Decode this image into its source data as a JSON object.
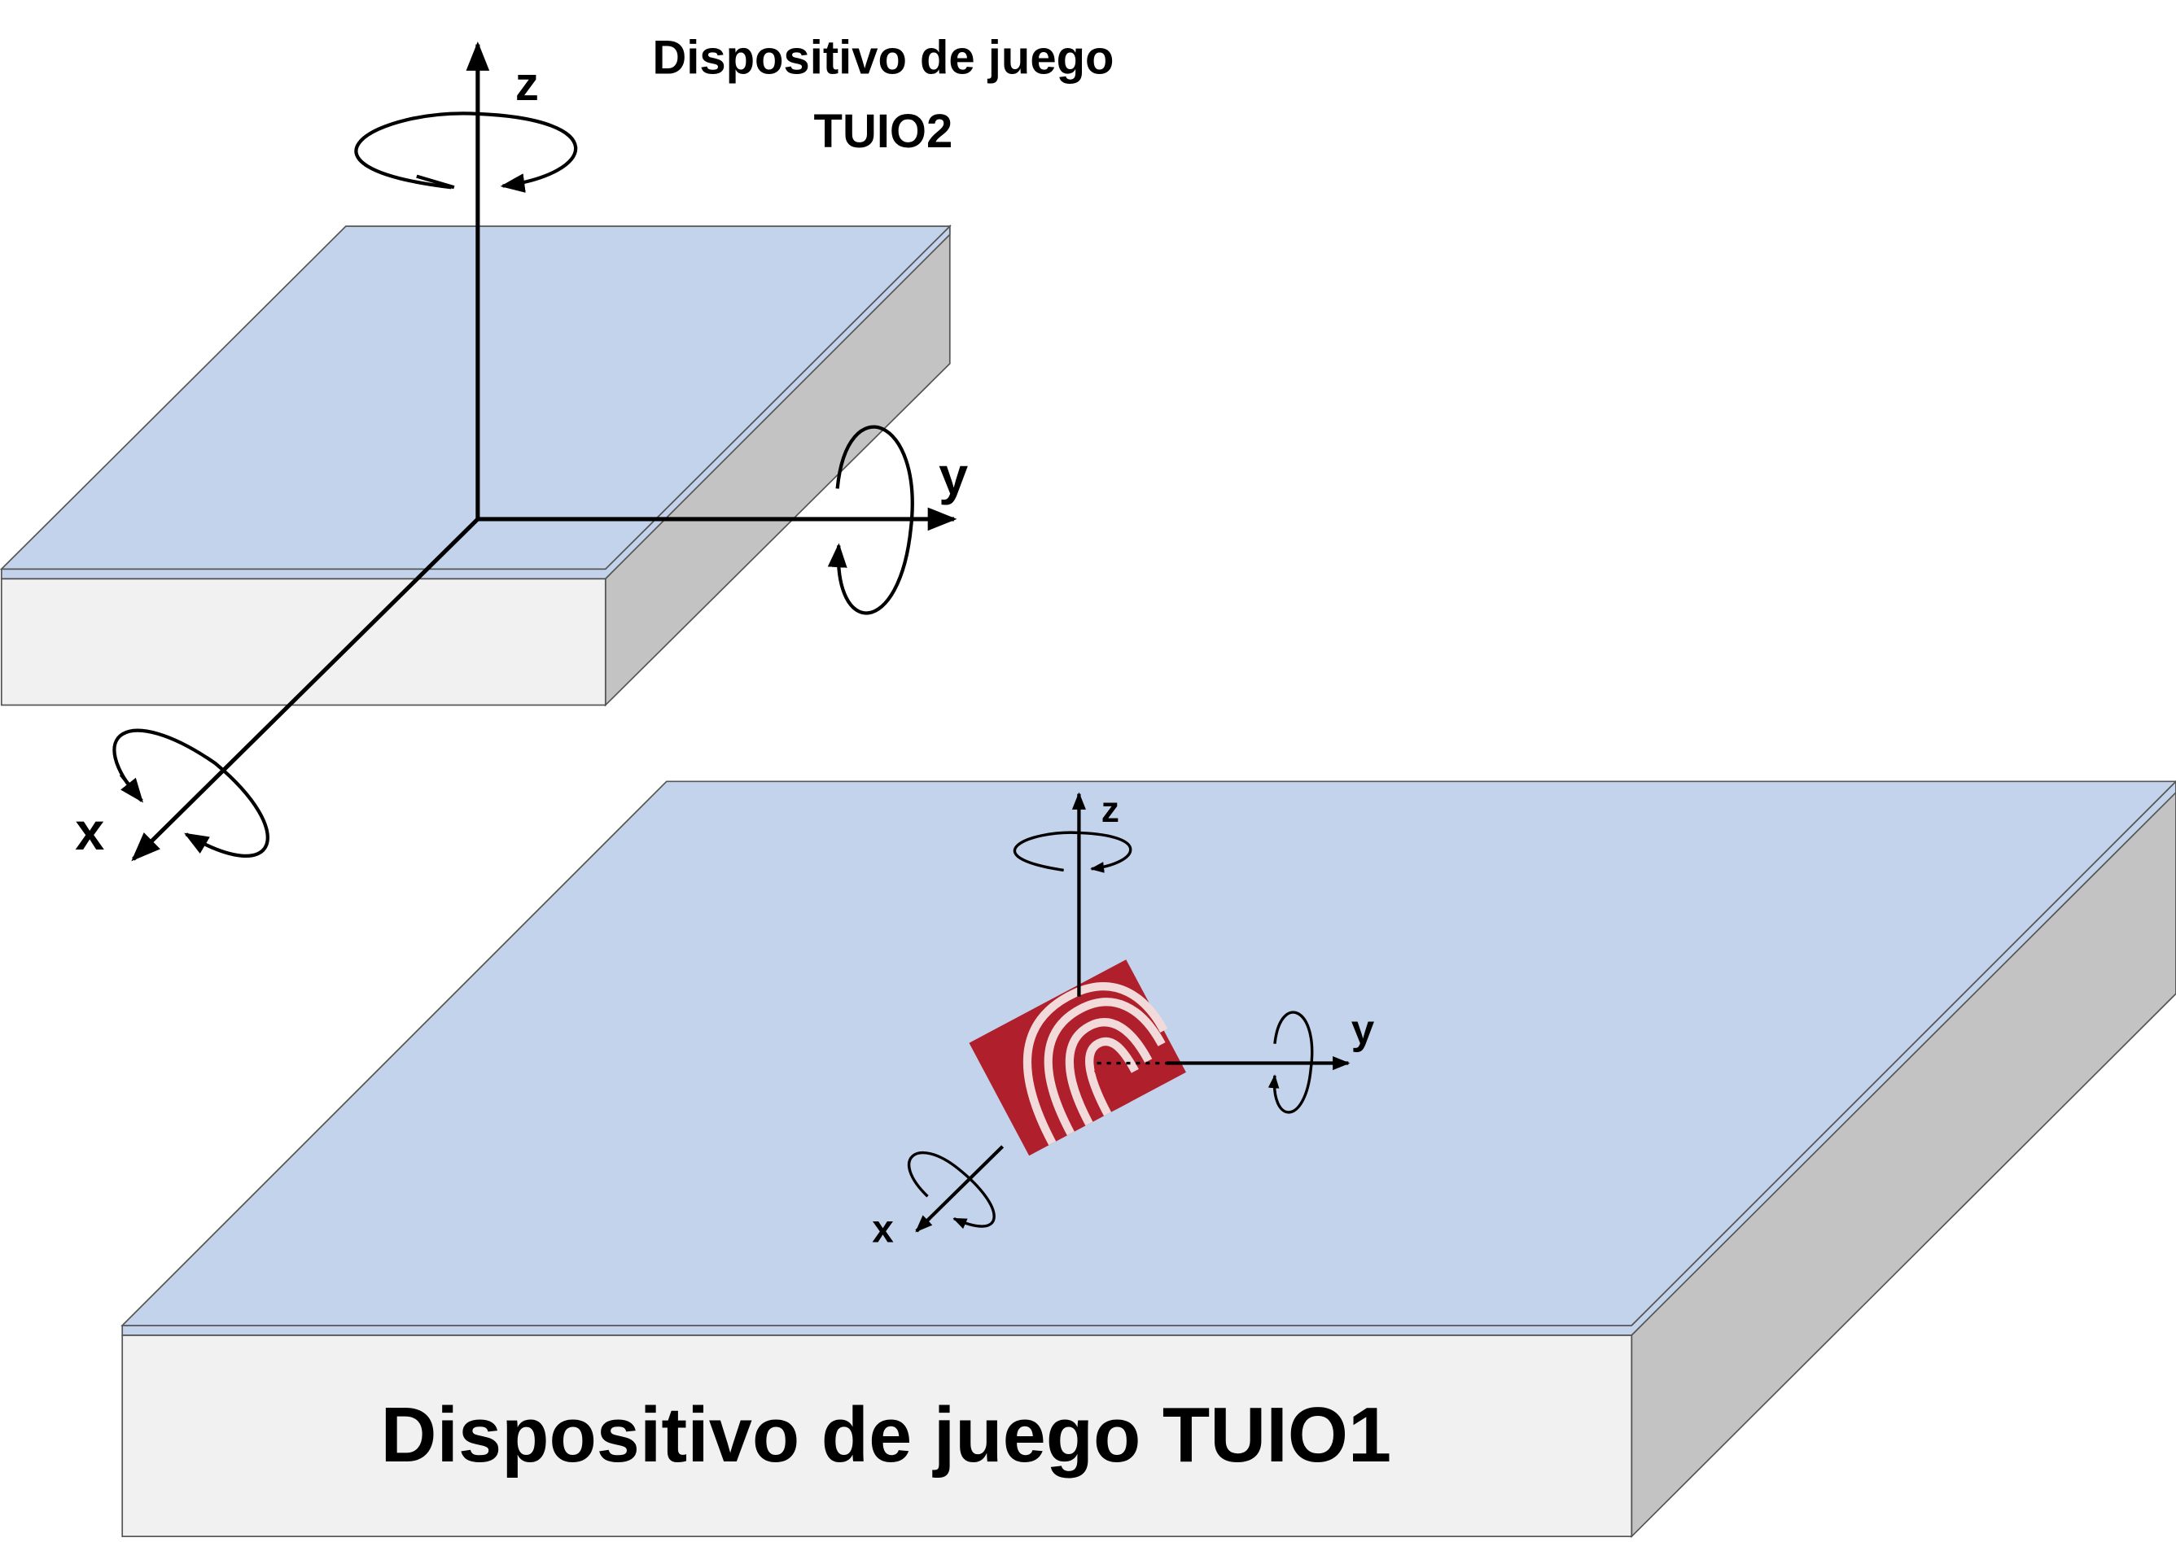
{
  "device2": {
    "title_line1": "Dispositivo de juego",
    "title_line2": "TUIO2",
    "axis_x": "x",
    "axis_y": "y",
    "axis_z": "z"
  },
  "device1": {
    "title": "Dispositivo de juego TUIO1",
    "axis_x": "x",
    "axis_y": "y",
    "axis_z": "z"
  },
  "colors": {
    "top_surface": "#c3d3ec",
    "front_face": "#f1f1f1",
    "side_face": "#c3c3c3",
    "tag_red": "#b01f2c",
    "axis_color": "#000000"
  },
  "icons": {
    "fiducial_tag": "fiducial-marker-icon",
    "rotation": "rotation-arrow-icon"
  }
}
